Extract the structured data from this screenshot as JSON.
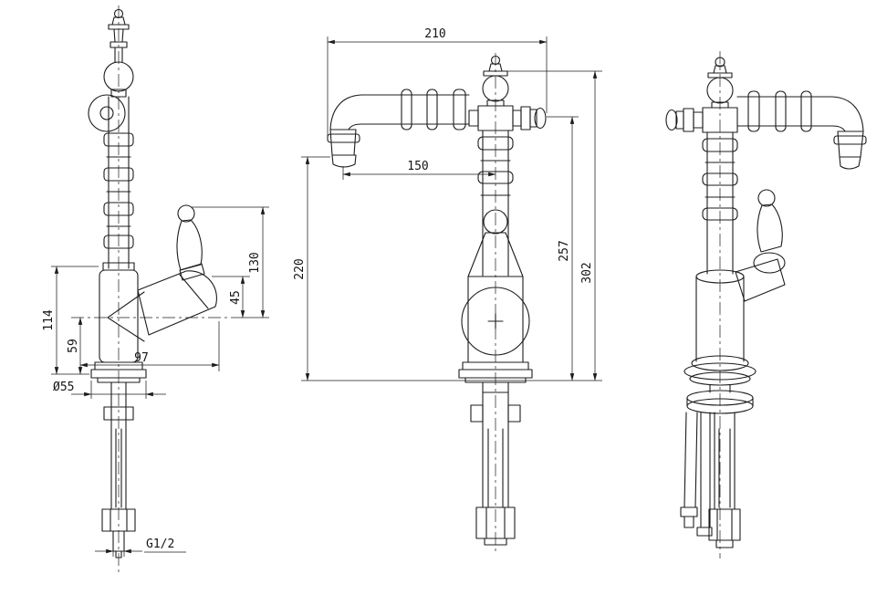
{
  "drawing": {
    "dimensions": {
      "side": {
        "h114": "114",
        "h59": "59",
        "h130": "130",
        "h45": "45",
        "w97": "97",
        "dia": "Ø55",
        "thread": "G1/2"
      },
      "front": {
        "w210": "210",
        "w150": "150",
        "h220": "220",
        "h257": "257",
        "h302": "302"
      }
    }
  }
}
